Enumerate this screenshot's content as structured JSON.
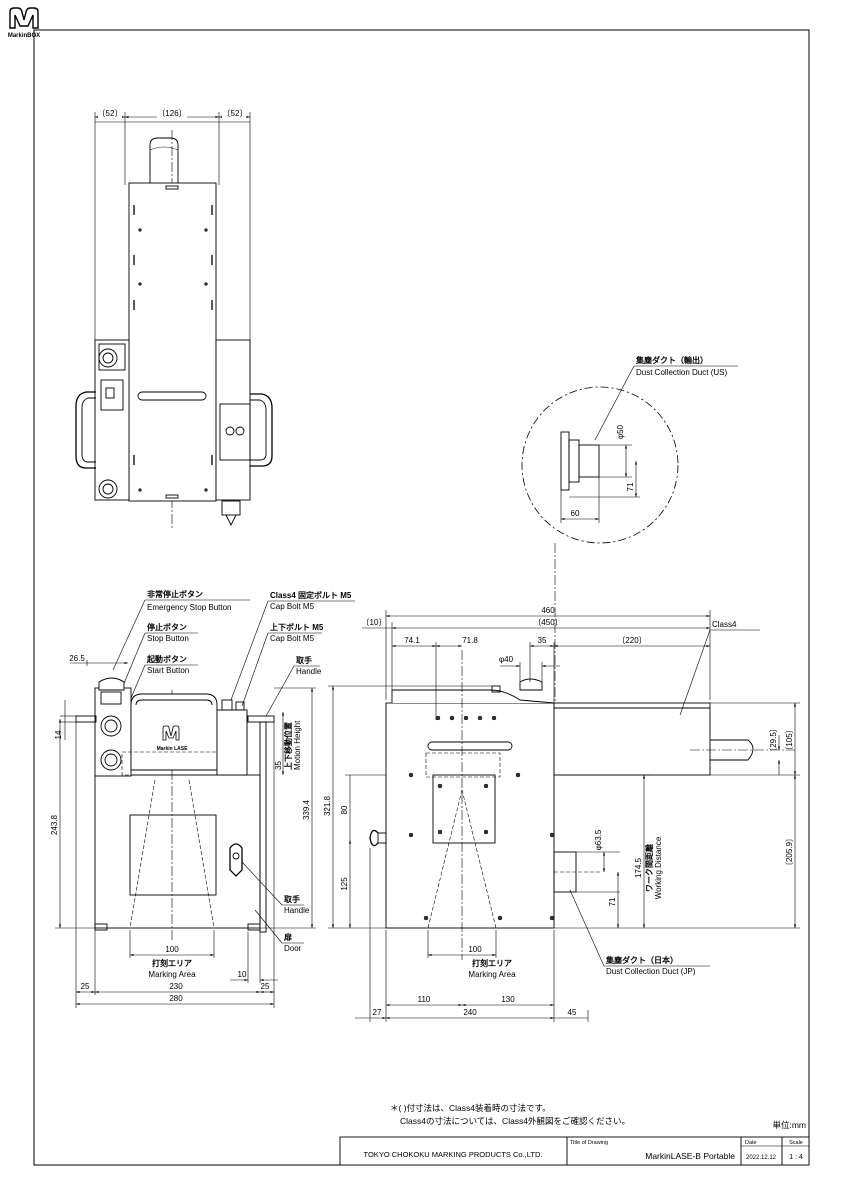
{
  "logo": {
    "text": "MarkinBOX"
  },
  "top_view": {
    "dims": {
      "left": "〔52〕",
      "center": "〔126〕",
      "right": "〔52〕"
    }
  },
  "detail_circle": {
    "label_jp": "集塵ダクト（輸出）",
    "label_en": "Dust Collection Duct (US)",
    "dims": {
      "diameter": "φ50",
      "height": "71",
      "width": "60"
    }
  },
  "front_view": {
    "labels": {
      "emergency_jp": "非常停止ボタン",
      "emergency_en": "Emergency Stop Button",
      "stop_jp": "停止ボタン",
      "stop_en": "Stop Button",
      "start_jp": "起動ボタン",
      "start_en": "Start Button",
      "class4_bolt_jp": "Class4 固定ボルト M5",
      "class4_bolt_en": "Cap Bolt M5",
      "updown_bolt_jp": "上下ボルト M5",
      "updown_bolt_en": "Cap Bolt M5",
      "handle_top_jp": "取手",
      "handle_top_en": "Handle",
      "motion_jp": "上下移動位置",
      "motion_en": "Motion Height",
      "handle_jp": "取手",
      "handle_en": "Handle",
      "door_jp": "扉",
      "door_en": "Door",
      "marking_jp": "打刻エリア",
      "marking_en": "Marking Area",
      "brand": "Markin LASE"
    },
    "dims": {
      "d26_5": "26.5",
      "d14": "14",
      "d243_8": "243.8",
      "d35": "35",
      "d339_4": "339.4",
      "d100": "100",
      "d10": "10",
      "d25l": "25",
      "d230": "230",
      "d25r": "25",
      "d280": "280"
    }
  },
  "side_view": {
    "labels": {
      "class4": "Class4",
      "working_jp": "ワーク間距離",
      "working_en": "Working Distance",
      "marking_jp": "打刻エリア",
      "marking_en": "Marking Area",
      "duct_jp_jp": "集塵ダクト（日本）",
      "duct_jp_en": "Dust Collection Duct (JP)"
    },
    "dims": {
      "d460": "460",
      "d10": "〔10〕",
      "d450": "〔450〕",
      "d74_1": "74.1",
      "d71_8": "71.8",
      "d35": "35",
      "d220": "〔220〕",
      "d40": "φ40",
      "d29_5": "〔29.5〕",
      "d105": "〔105〕",
      "d321_8": "321.8",
      "d80": "80",
      "d63_5": "φ63.5",
      "d174_5": "174.5",
      "d205_9": "〔205.9〕",
      "d125": "125",
      "d71": "71",
      "d100": "100",
      "d110": "110",
      "d130": "130",
      "d27": "27",
      "d240": "240",
      "d45": "45"
    }
  },
  "notes": {
    "line1": "＊(  )付寸法は、Class4装着時の寸法です。",
    "line2": "Class4の寸法については、Class4外観図をご確認ください。",
    "unit": "単位:mm"
  },
  "title_block": {
    "company": "TOKYO CHOKOKU MARKING PRODUCTS Co.,LTD.",
    "title_label": "Title of Drawing",
    "title": "MarkinLASE-B Portable",
    "date_label": "Date",
    "date": "2022.12.12",
    "scale_label": "Scale",
    "scale": "1 : 4"
  }
}
